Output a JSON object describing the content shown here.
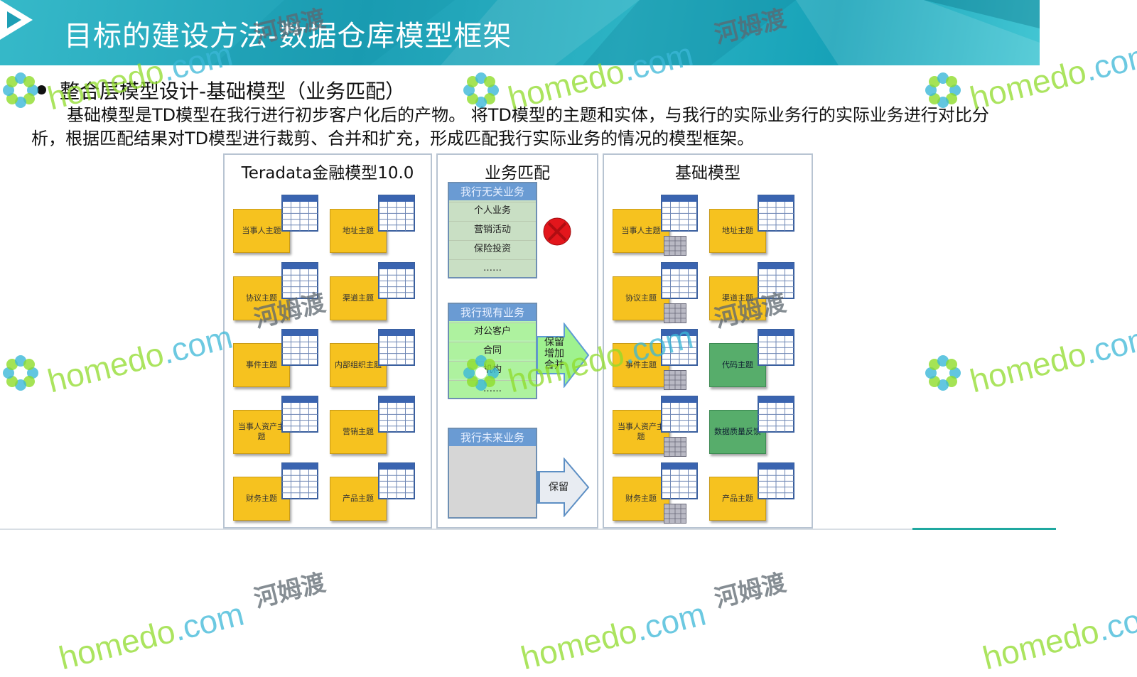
{
  "header": {
    "title": "目标的建设方法-数据仓库模型框架"
  },
  "intro": {
    "subtitle": "整合层模型设计-基础模型（业务匹配）",
    "paragraph": "基础模型是TD模型在我行进行初步客户化后的产物。 将TD模型的主题和实体，与我行的实际业务行的实际业务进行对比分析，根据匹配结果对TD模型进行裁剪、合并和扩充，形成匹配我行实际业务的情况的模型框架。"
  },
  "panels": {
    "teradata": {
      "title": "Teradata金融模型10.0",
      "entities": [
        {
          "label": "当事人主题",
          "color": "yellow"
        },
        {
          "label": "地址主题",
          "color": "yellow"
        },
        {
          "label": "协议主题",
          "color": "yellow"
        },
        {
          "label": "渠道主题",
          "color": "yellow"
        },
        {
          "label": "事件主题",
          "color": "yellow"
        },
        {
          "label": "内部组织主题",
          "color": "yellow"
        },
        {
          "label": "当事人资产主题",
          "color": "yellow"
        },
        {
          "label": "营销主题",
          "color": "yellow"
        },
        {
          "label": "财务主题",
          "color": "yellow"
        },
        {
          "label": "产品主题",
          "color": "yellow"
        }
      ]
    },
    "match": {
      "title": "业务匹配",
      "unrelated": {
        "header": "我行无关业务",
        "items": [
          "个人业务",
          "营销活动",
          "保险投资",
          "……"
        ]
      },
      "existing": {
        "header": "我行现有业务",
        "items": [
          "对公客户",
          "合同",
          "机构",
          "……"
        ],
        "arrow_label": "保留增加合并"
      },
      "future": {
        "header": "我行未来业务",
        "arrow_label": "保留"
      }
    },
    "base": {
      "title": "基础模型",
      "entities": [
        {
          "label": "当事人主题",
          "color": "yellow"
        },
        {
          "label": "地址主题",
          "color": "yellow"
        },
        {
          "label": "协议主题",
          "color": "yellow"
        },
        {
          "label": "渠道主题",
          "color": "yellow"
        },
        {
          "label": "事件主题",
          "color": "yellow"
        },
        {
          "label": "代码主题",
          "color": "green"
        },
        {
          "label": "当事人资产主题",
          "color": "yellow"
        },
        {
          "label": "数据质量反馈",
          "color": "green"
        },
        {
          "label": "财务主题",
          "color": "yellow"
        },
        {
          "label": "产品主题",
          "color": "yellow"
        }
      ]
    }
  },
  "watermark": {
    "brand": "homedo",
    "domain": ".com",
    "cn": "河姆渡"
  },
  "colors": {
    "banner": "#1d9fb5",
    "entity_yellow": "#f6c21f",
    "entity_green": "#57ad6b",
    "list_header": "#6a9bd3",
    "red_x": "#e3161c"
  }
}
